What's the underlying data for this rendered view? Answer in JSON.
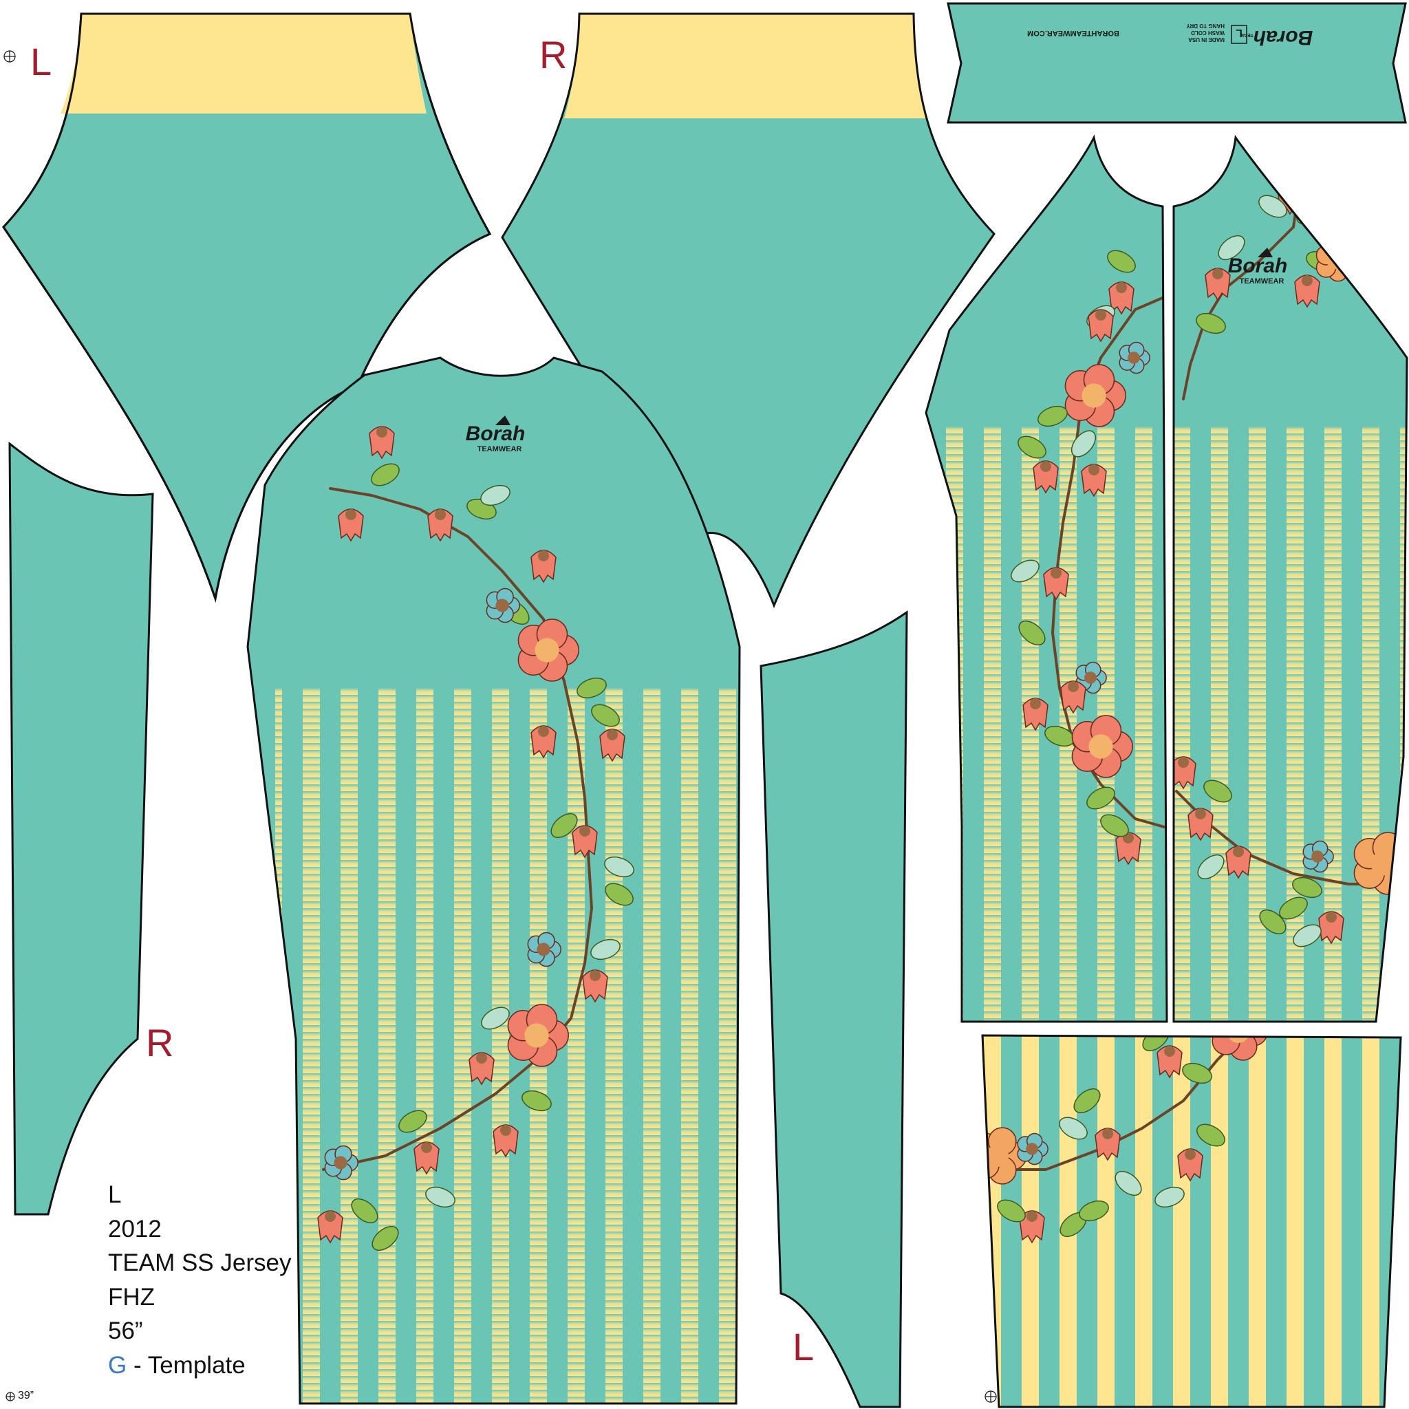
{
  "piece_labels": {
    "top_left": "L",
    "top_mid": "R",
    "left_panel": "R",
    "right_panel": "L"
  },
  "logo": {
    "brand": "Borah",
    "sub": "TEAMWEAR"
  },
  "collar": {
    "website": "BORAHTEAMWEAR.COM",
    "tag_lines": [
      "MADE IN USA",
      "WASH COLD",
      "HANG TO DRY"
    ],
    "tag_size": "L",
    "tag_team": "TEAM"
  },
  "info": {
    "size": "L",
    "year": "2012",
    "product": "TEAM SS Jersey",
    "code": "FHZ",
    "length": "56”",
    "g_letter": "G",
    "template": " - Template"
  },
  "corner_label": "39”",
  "colors": {
    "teal": "#6bc5b5",
    "yellow": "#fde68f",
    "coral": "#ef7e6a",
    "leaf": "#8fbf4f",
    "label_red": "#a51d2d",
    "blue_letter": "#3a78c3"
  }
}
